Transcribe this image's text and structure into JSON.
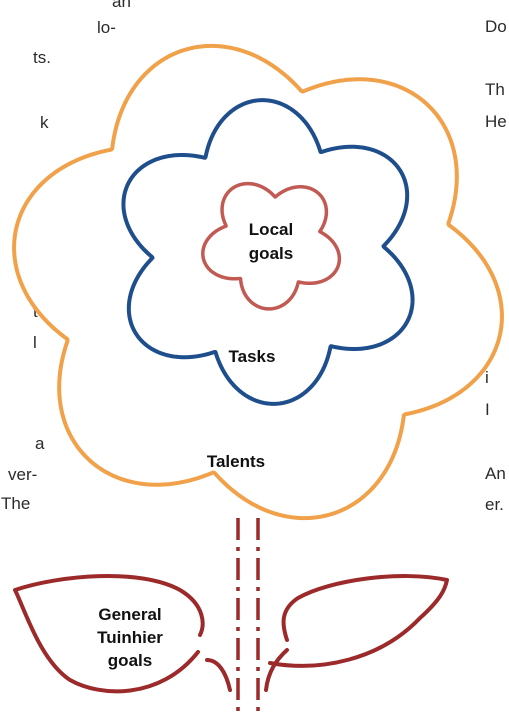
{
  "background_text": {
    "left": [
      "an",
      "lo-",
      "ts.",
      "k",
      "t",
      "l",
      "a",
      "ver-",
      "The"
    ],
    "right": [
      "Do",
      "Th",
      "He",
      "i",
      "I",
      "An",
      "er."
    ]
  },
  "diagram": {
    "labels": {
      "inner": [
        "Local",
        "goals"
      ],
      "middle": "Tasks",
      "outer": "Talents",
      "leaf": [
        "General",
        "Tuinhier",
        "goals"
      ]
    },
    "colors": {
      "outer_petals": "#f0a14a",
      "middle_petals": "#1f4e8c",
      "inner_petals": "#c05a52",
      "stem_and_leaves": "#9c2a2a",
      "text": "#111111"
    }
  }
}
